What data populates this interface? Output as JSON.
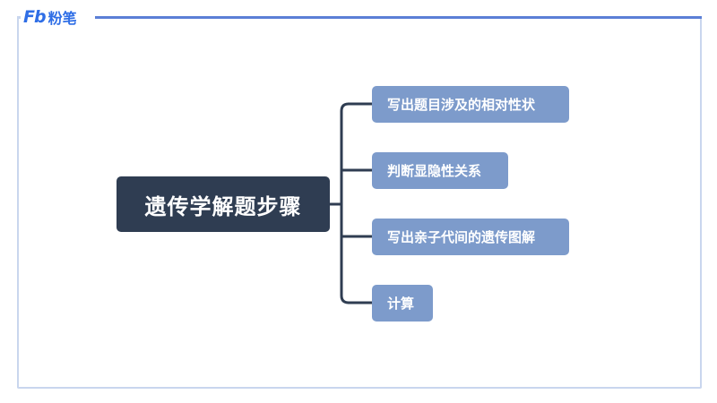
{
  "brand": {
    "mark": "Fb",
    "name": "粉笔",
    "color": "#2f6ee6"
  },
  "diagram": {
    "root": {
      "label": "遗传学解题步骤",
      "color": "#2f3d52"
    },
    "branches": [
      {
        "label": "写出题目涉及的相对性状"
      },
      {
        "label": "判断显隐性关系"
      },
      {
        "label": "写出亲子代间的遗传图解"
      },
      {
        "label": "计算"
      }
    ],
    "branch_color": "#7d9bcb",
    "connector_color": "#2f3d52"
  }
}
